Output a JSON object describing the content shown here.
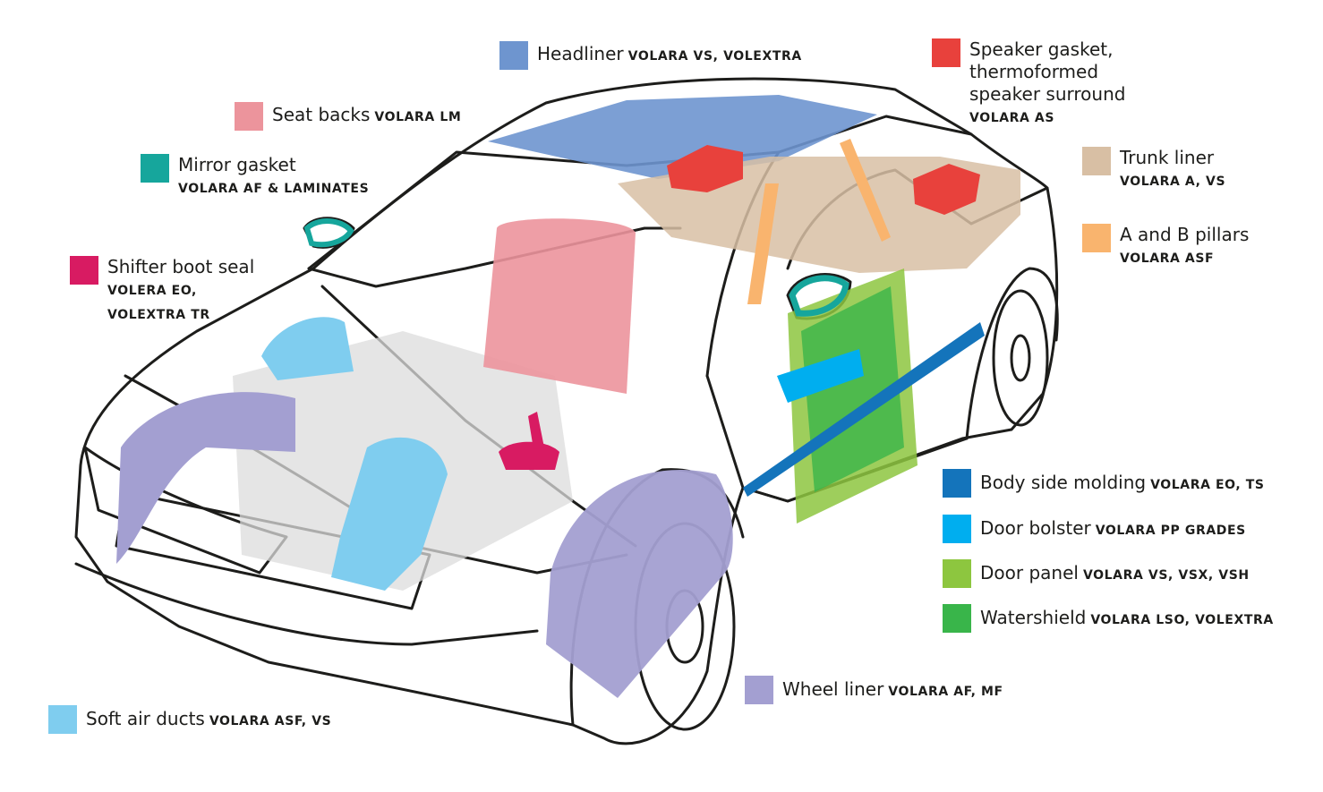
{
  "colors": {
    "headliner": "#6e95cf",
    "speaker": "#e8413c",
    "seat": "#ec949c",
    "mirror": "#16a69c",
    "trunk": "#d8bfa4",
    "pillars": "#f9b46e",
    "shifter": "#d81b62",
    "airducts": "#7fcdef",
    "wheel": "#a39fd1",
    "bodyside": "#1474bb",
    "bolster": "#00aeef",
    "doorpanel": "#8dc63f",
    "watershield": "#39b54a",
    "outline": "#1d1d1b",
    "engine": "#dcdcdc"
  },
  "legend": {
    "headliner": {
      "name": "Headliner",
      "product": "VOLARA VS, VOLEXTRA",
      "icon": "swatch-square"
    },
    "speaker": {
      "line1": "Speaker gasket,",
      "line2": "thermoformed",
      "line3": "speaker surround",
      "product": "VOLARA AS",
      "icon": "swatch-square"
    },
    "seat": {
      "name": "Seat backs",
      "product": "VOLARA LM",
      "icon": "swatch-square"
    },
    "mirror": {
      "name": "Mirror gasket",
      "product": "VOLARA AF & LAMINATES",
      "icon": "swatch-square"
    },
    "trunk": {
      "name": "Trunk liner",
      "product": "VOLARA A, VS",
      "icon": "swatch-square"
    },
    "pillars": {
      "name": "A and B pillars",
      "product": "VOLARA ASF",
      "icon": "swatch-square"
    },
    "shifter": {
      "name": "Shifter boot seal",
      "product1": "VOLERA EO,",
      "product2": "VOLEXTRA TR",
      "icon": "swatch-square"
    },
    "bodyside": {
      "name": "Body side molding",
      "product": "VOLARA EO, TS",
      "icon": "swatch-square"
    },
    "bolster": {
      "name": "Door bolster",
      "product": "VOLARA PP GRADES",
      "icon": "swatch-square"
    },
    "doorpanel": {
      "name": "Door panel",
      "product": "VOLARA VS, VSX, VSH",
      "icon": "swatch-square"
    },
    "watershield": {
      "name": "Watershield",
      "product": "VOLARA LSO, VOLEXTRA",
      "icon": "swatch-square"
    },
    "wheel": {
      "name": "Wheel liner",
      "product": "VOLARA AF, MF",
      "icon": "swatch-square"
    },
    "airducts": {
      "name": "Soft air ducts",
      "product": "VOLARA ASF, VS",
      "icon": "swatch-square"
    }
  }
}
